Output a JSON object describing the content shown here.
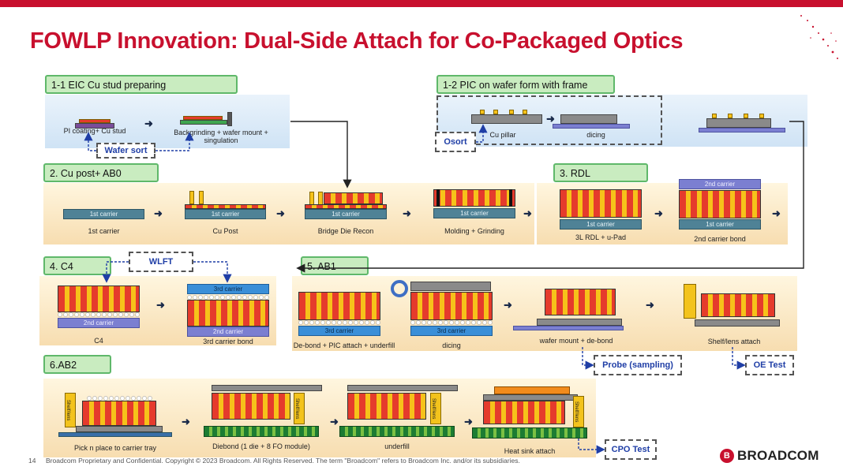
{
  "title": "FOWLP Innovation: Dual-Side Attach for Co-Packaged Optics",
  "sections": {
    "s11": {
      "header": "1-1 EIC Cu stud preparing",
      "step1": "PI coating+ Cu stud",
      "step2a": "Backgrinding + wafer mount +",
      "step2b": "singulation",
      "sort": "Wafer sort"
    },
    "s12": {
      "header": "1-2 PIC on wafer form with frame",
      "cu_pillar": "Cu pillar",
      "dicing": "dicing",
      "sort": "Osort"
    },
    "s2": {
      "header": "2. Cu post+ AB0",
      "carrier": "1st carrier",
      "step1": "1st carrier",
      "step2": "Cu Post",
      "step3": "Bridge Die Recon",
      "step4": "Molding + Grinding"
    },
    "s3": {
      "header": "3. RDL",
      "carrier1": "1st carrier",
      "carrier2": "2nd carrier",
      "step1": "3L RDL + u-Pad",
      "step2": "2nd carrier bond"
    },
    "s4": {
      "header": "4. C4",
      "wlft": "WLFT",
      "carrier2": "2nd carrier",
      "carrier3": "3rd carrier",
      "step1": "C4",
      "step2": "3rd carrier bond"
    },
    "s5": {
      "header": "5. AB1",
      "carrier3": "3rd carrier",
      "step1": "De-bond + PIC attach + underfill",
      "step2": "dicing",
      "step3": "wafer mount + de-bond",
      "step4": "Shelf/lens attach",
      "probe": "Probe (sampling)",
      "oe": "OE Test"
    },
    "s6": {
      "header": "6.AB2",
      "shelf": "Shelf/lens",
      "step1": "Pick n place to carrier tray",
      "step2": "Diebond (1 die + 8 FO module)",
      "step3": "underfill",
      "step4": "Heat sink attach",
      "cpo": "CPO Test"
    }
  },
  "footer": {
    "page": "14",
    "text": "Broadcom Proprietary and Confidential. Copyright © 2023 Broadcom. All Rights Reserved. The term \"Broadcom\" refers to Broadcom Inc. and/or its subsidiaries."
  },
  "logo": "BROADCOM",
  "colors": {
    "brand_red": "#c8102e",
    "header_green": "#c9ecc0",
    "carrier_teal": "#4f8296",
    "band_blue": "#cfe3f5",
    "band_tan": "#f7ddb0",
    "link_blue": "#1f3ea6"
  }
}
